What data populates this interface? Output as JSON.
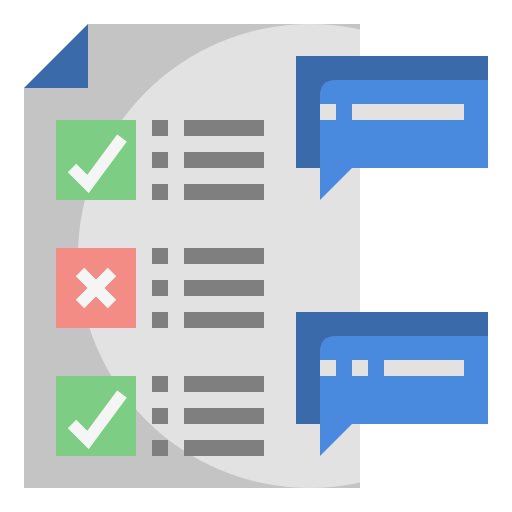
{
  "icon": "checklist-feedback-icon",
  "colors": {
    "page": "#ffffff",
    "document_dark": "#c4c4c4",
    "document_light": "#e2e2e2",
    "fold": "#3a6aaa",
    "pass": "#7dcd85",
    "fail": "#f28c85",
    "mark": "#f5f5f5",
    "list_lines": "#7f7f7f",
    "bubble_shadow": "#3a6aaa",
    "bubble": "#4a8ade",
    "bubble_text": "#e2e2e2"
  },
  "checklist": [
    {
      "status": "pass",
      "icon": "checkmark-icon",
      "lines": 3
    },
    {
      "status": "fail",
      "icon": "cross-icon",
      "lines": 3
    },
    {
      "status": "pass",
      "icon": "checkmark-icon",
      "lines": 3
    }
  ],
  "comments": [
    {
      "icon": "speech-bubble-icon",
      "text_segments": 2
    },
    {
      "icon": "speech-bubble-icon",
      "text_segments": 3
    }
  ]
}
